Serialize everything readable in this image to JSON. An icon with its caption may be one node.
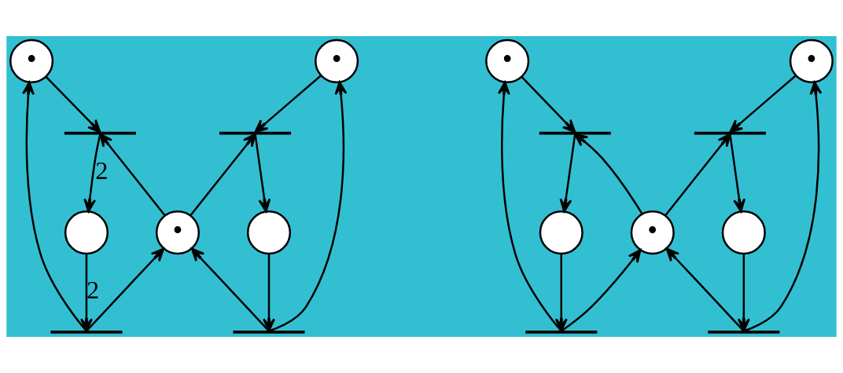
{
  "diagram": {
    "nodes": [
      {
        "text": [
          "•"
        ]
      },
      {
        "text": [
          "•"
        ]
      },
      {
        "text": [],
        "shape": "bar"
      },
      {
        "text": [],
        "shape": "bar"
      },
      {
        "text": [],
        "shape": "circle"
      },
      {
        "text": [
          "•"
        ]
      },
      {
        "text": [],
        "shape": "circle"
      },
      {
        "text": [],
        "shape": "bar"
      },
      {
        "text": [],
        "shape": "bar"
      },
      {
        "text": [
          "•"
        ]
      },
      {
        "text": [
          "•"
        ]
      },
      {
        "text": [],
        "shape": "bar"
      },
      {
        "text": [],
        "shape": "bar"
      },
      {
        "text": [],
        "shape": "circle"
      },
      {
        "text": [
          "•"
        ]
      },
      {
        "text": [],
        "shape": "circle"
      },
      {
        "text": [],
        "shape": "bar"
      },
      {
        "text": [],
        "shape": "bar"
      }
    ],
    "edges": [
      {
        "from": 0,
        "to": 2,
        "arrow": "to"
      },
      {
        "from": 2,
        "to": 4,
        "arrow": "to",
        "label": "2"
      },
      {
        "from": 4,
        "to": 7,
        "arrow": "to",
        "label": "2"
      },
      {
        "from": 7,
        "to": 0,
        "arrow": "to"
      },
      {
        "from": 7,
        "to": 5,
        "arrow": "to"
      },
      {
        "from": 5,
        "to": 2,
        "arrow": "to"
      },
      {
        "from": 1,
        "to": 3,
        "arrow": "to"
      },
      {
        "from": 5,
        "to": 3,
        "arrow": "to"
      },
      {
        "from": 3,
        "to": 6,
        "arrow": "to"
      },
      {
        "from": 6,
        "to": 8,
        "arrow": "to"
      },
      {
        "from": 8,
        "to": 1,
        "arrow": "to"
      },
      {
        "from": 8,
        "to": 5,
        "arrow": "to"
      },
      {
        "from": 9,
        "to": 11,
        "arrow": "to"
      },
      {
        "from": 11,
        "to": 13,
        "arrow": "to"
      },
      {
        "from": 13,
        "to": 16,
        "arrow": "to"
      },
      {
        "from": 16,
        "to": 9,
        "arrow": "to"
      },
      {
        "from": 16,
        "to": 14,
        "arrow": "to"
      },
      {
        "from": 14,
        "to": 11,
        "arrow": "to"
      },
      {
        "from": 10,
        "to": 12,
        "arrow": "to"
      },
      {
        "from": 14,
        "to": 12,
        "arrow": "to"
      },
      {
        "from": 12,
        "to": 15,
        "arrow": "to"
      },
      {
        "from": 15,
        "to": 17,
        "arrow": "to"
      },
      {
        "from": 17,
        "to": 10,
        "arrow": "to"
      },
      {
        "from": 17,
        "to": 14,
        "arrow": "to"
      }
    ]
  }
}
